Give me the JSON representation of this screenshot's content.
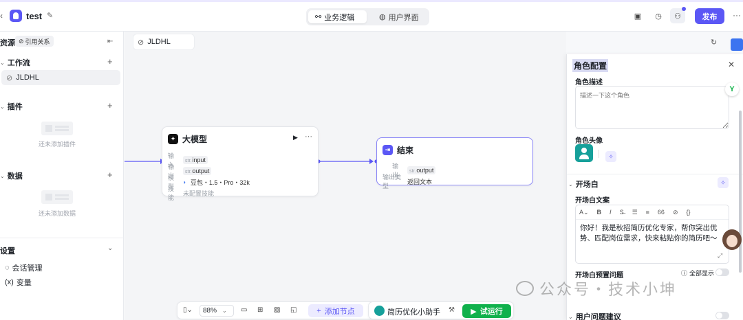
{
  "app": {
    "title": "test"
  },
  "mode_tabs": [
    {
      "label": "业务逻辑",
      "icon": "workflow-icon"
    },
    {
      "label": "用户界面",
      "icon": "palette-icon"
    }
  ],
  "header": {
    "publish_label": "发布"
  },
  "sidebar": {
    "resources_label": "资源",
    "references_label": "引用关系",
    "workflow_label": "工作流",
    "workflow_item": "JLDHL",
    "plugins_label": "插件",
    "plugins_empty": "还未添加插件",
    "data_label": "数据",
    "data_empty": "还未添加数据",
    "settings_label": "设置",
    "settings_items": [
      "会话管理",
      "变量"
    ]
  },
  "canvas": {
    "flow_name": "JLDHL",
    "llm_node": {
      "title": "大模型",
      "input_key": "输入",
      "input_type": "str.",
      "input_name": "input",
      "output_key": "输出",
      "output_type": "str.",
      "output_name": "output",
      "model_key": "模型",
      "model_value": "豆包・1.5・Pro・32k",
      "skill_key": "技能",
      "skill_value": "未配置技能"
    },
    "end_node": {
      "title": "结束",
      "output_key": "输出",
      "output_type": "str.",
      "output_name": "output",
      "output_kind_key": "输出类型",
      "output_kind_value": "返回文本"
    }
  },
  "toolbar": {
    "zoom": "88%",
    "add_node": "添加节点",
    "bot_name": "简历优化小助手",
    "run": "试运行"
  },
  "panel": {
    "title": "角色配置",
    "desc_label": "角色描述",
    "desc_placeholder": "描述一下这个角色",
    "avatar_label": "角色头像",
    "opening_section": "开场白",
    "opening_text_label": "开场白文案",
    "opening_text": "你好！我是秋招简历优化专家，帮你突出优势、匹配岗位需求，快来粘贴你的简历吧～",
    "preset_questions_label": "开场白预置问题",
    "show_all_label": "全部显示",
    "user_suggest_label": "用户问题建议"
  },
  "watermark": "公众号・技术小坤",
  "colors": {
    "accent": "#5b57f5",
    "run_green": "#10b14c",
    "avatar_teal": "#16a09a"
  }
}
